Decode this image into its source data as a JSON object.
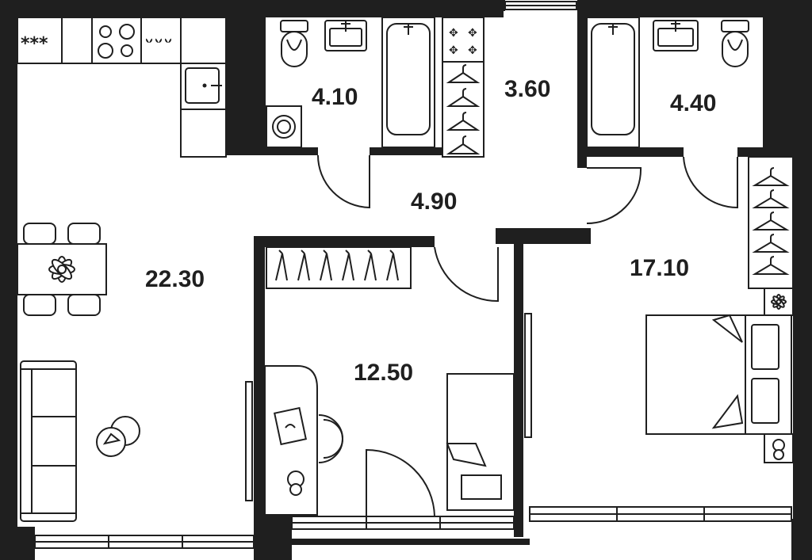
{
  "rooms": {
    "kitchen_living": {
      "area": "22.30"
    },
    "bathroom_left": {
      "area": "4.10"
    },
    "closet": {
      "area": "3.60"
    },
    "bathroom_right": {
      "area": "4.40"
    },
    "hallway": {
      "area": "4.90"
    },
    "bedroom_small": {
      "area": "12.50"
    },
    "bedroom_large": {
      "area": "17.10"
    }
  },
  "icons": {
    "table_flower": "flower-icon",
    "bed_flower": "flower-icon",
    "appliance_marks": "***",
    "wall_color": "#1f1f1f",
    "background_color": "#ffffff"
  }
}
